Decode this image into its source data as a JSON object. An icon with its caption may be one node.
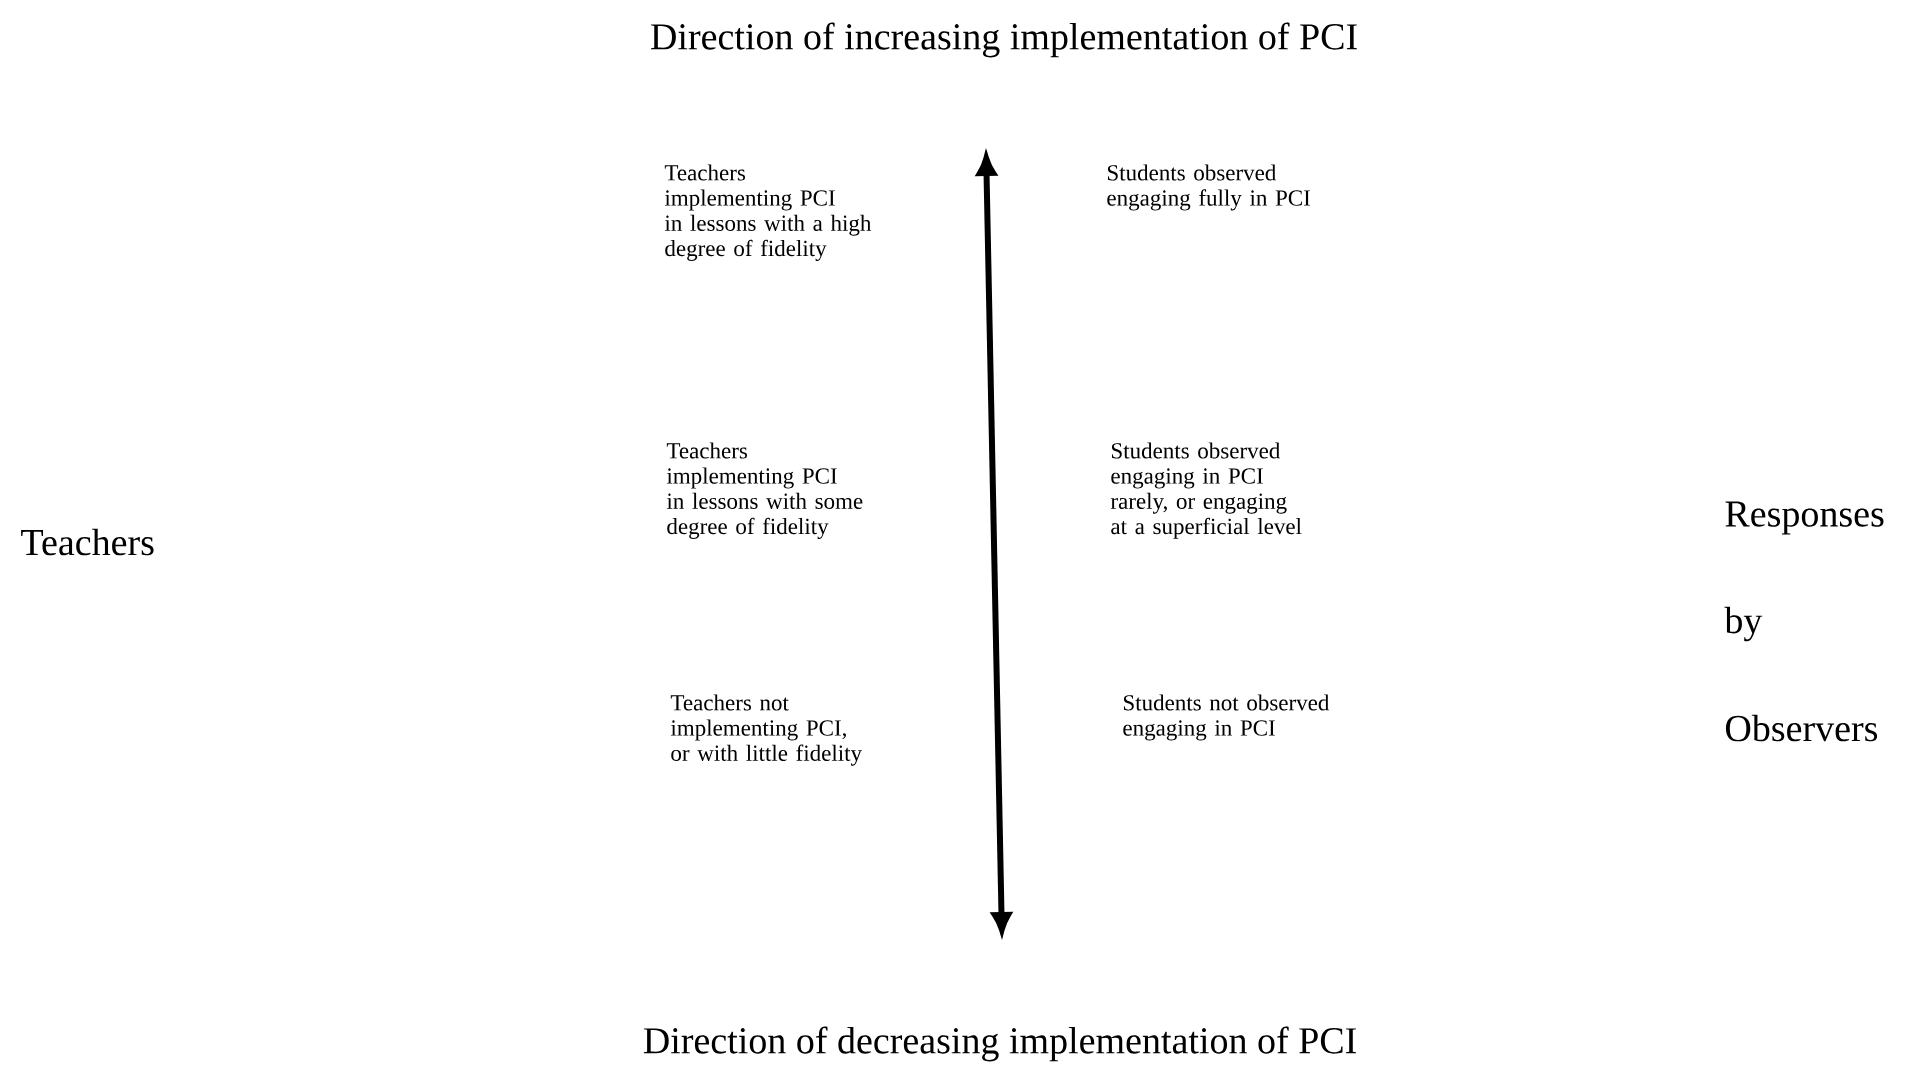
{
  "diagram": {
    "labels": [
      "Direction of increasing implementation of PCI",
      "Teachers implementing PCI in lessons with a high degree of fidelity",
      "Students observed engaging fully in PCI",
      "Teachers implementing PCI in lessons with some degree of fidelity",
      "Students observed engaging in PCI rarely, or engaging at a superficial level",
      "Teachers",
      "Responses",
      "by",
      "Observers",
      "Teachers not implementing PCI, or with little fidelity",
      "Students not observed engaging in PCI",
      "Direction of decreasing implementation of PCI"
    ]
  }
}
